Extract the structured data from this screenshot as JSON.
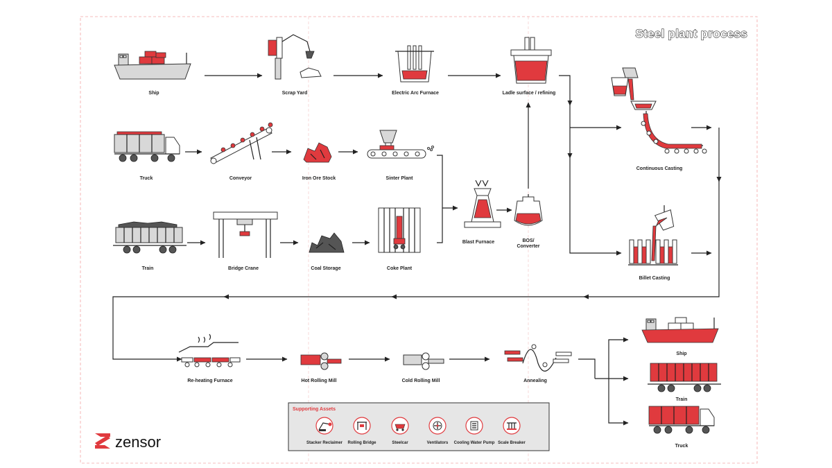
{
  "title": "Steel plant process",
  "brand": "zensor",
  "colors": {
    "accent": "#e03a3e",
    "ink": "#222222",
    "panel": "#e6e6e6",
    "border_dash": "#f2a5a5"
  },
  "nodes": {
    "ship_in": "Ship",
    "scrap_yard": "Scrap Yard",
    "eaf": "Electric Arc Furnace",
    "ladle": "Ladle surface / refining",
    "continuous_casting": "Continuous Casting",
    "truck_in": "Truck",
    "conveyor": "Conveyor",
    "iron_ore": "Iron Ore Stock",
    "sinter": "Sinter Plant",
    "blast_furnace": "Blast Furnace",
    "bos_line1": "BOS/",
    "bos_line2": "Converter",
    "train_in": "Train",
    "bridge_crane": "Bridge Crane",
    "coal_storage": "Coal Storage",
    "coke_plant": "Coke Plant",
    "billet_casting": "Billet Casting",
    "reheating": "Re-heating Furnace",
    "hot_rolling": "Hot Rolling Mill",
    "cold_rolling": "Cold Rolling Mill",
    "annealing": "Annealing",
    "ship_out": "Ship",
    "train_out": "Train",
    "truck_out": "Truck"
  },
  "supporting_assets": {
    "title": "Supporting Assets",
    "items": [
      {
        "label": "Stacker Reclaimer",
        "icon": "stacker-reclaimer-icon"
      },
      {
        "label": "Rolling Bridge",
        "icon": "rolling-bridge-icon"
      },
      {
        "label": "Steelcar",
        "icon": "steelcar-icon"
      },
      {
        "label": "Ventilators",
        "icon": "ventilator-icon"
      },
      {
        "label": "Cooling Water Pump",
        "icon": "water-pump-icon"
      },
      {
        "label": "Scale Breaker",
        "icon": "scale-breaker-icon"
      }
    ]
  }
}
